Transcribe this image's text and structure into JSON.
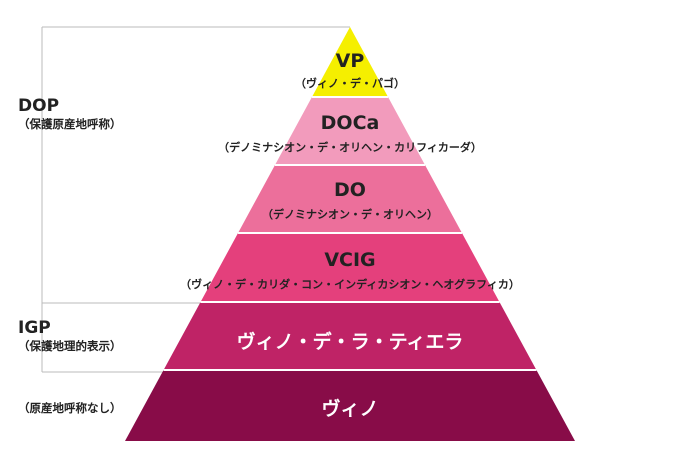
{
  "left_labels": {
    "dop": {
      "title": "DOP",
      "subtitle": "（保護原産地呼称）"
    },
    "igp": {
      "title": "IGP",
      "subtitle": "（保護地理的表示）"
    },
    "none": {
      "subtitle": "（原産地呼称なし）"
    }
  },
  "tiers": [
    {
      "name": "VP",
      "subtitle": "（ヴィノ・デ・パゴ）",
      "color": "#f5ef00",
      "text_color": "#222222"
    },
    {
      "name": "DOCa",
      "subtitle": "（デノミナシオン・デ・オリヘン・カリフィカーダ）",
      "color": "#f29bbc",
      "text_color": "#222222"
    },
    {
      "name": "DO",
      "subtitle": "（デノミナシオン・デ・オリヘン）",
      "color": "#ec6f9b",
      "text_color": "#222222"
    },
    {
      "name": "VCIG",
      "subtitle": "（ヴィノ・デ・カリダ・コン・インディカシオン・ヘオグラフィカ）",
      "color": "#e4407c",
      "text_color": "#222222"
    },
    {
      "name": "ヴィノ・デ・ラ・ティエラ",
      "subtitle": "",
      "color": "#bf2366",
      "text_color": "#ffffff"
    },
    {
      "name": "ヴィノ",
      "subtitle": "",
      "color": "#880c48",
      "text_color": "#ffffff"
    }
  ],
  "colors": {
    "bracket_line": "#bbbbbb",
    "separator": "#ffffff"
  }
}
